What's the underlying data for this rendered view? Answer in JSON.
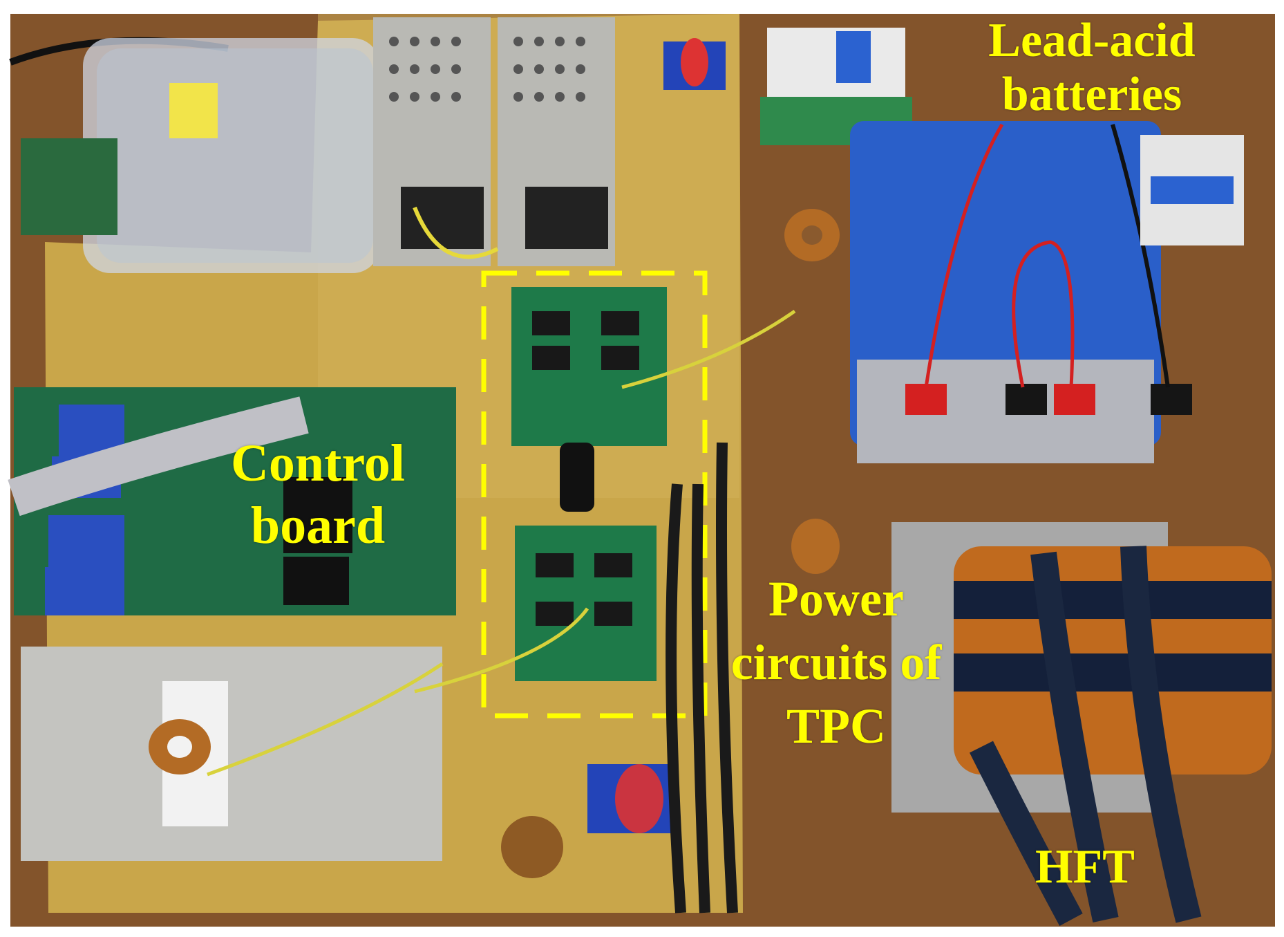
{
  "labels": {
    "battery": {
      "line1": "Lead-acid",
      "line2": "batteries"
    },
    "control": {
      "line1": "Control",
      "line2": "board"
    },
    "power": {
      "line1": "Power",
      "line2": "circuits of",
      "line3": "TPC"
    },
    "hft": "HFT"
  },
  "colors": {
    "label_text": "#ffff00",
    "highlight_box": "#ffff00",
    "bench": "#8a5a2e",
    "board_yellow": "#c9a64a",
    "pcb_green": "#1f6b45",
    "battery_blue": "#2a5fc9",
    "copper": "#c06a1e"
  }
}
